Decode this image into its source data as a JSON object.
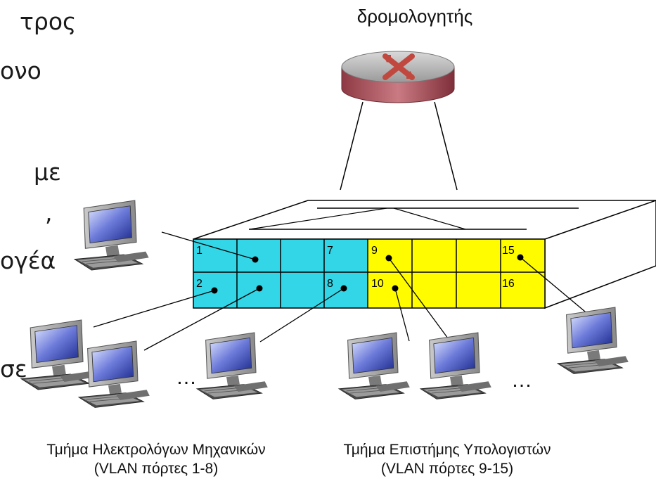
{
  "router": {
    "label": "δρομολογητής"
  },
  "slide_text_fragments": [
    "τρος",
    "ονο",
    "με",
    ",",
    "ογέα",
    "σε"
  ],
  "switch": {
    "ports_top": [
      "1",
      "",
      "",
      "7",
      "9",
      "",
      "",
      "15"
    ],
    "ports_bottom": [
      "2",
      "",
      "",
      "8",
      "10",
      "",
      "",
      "16"
    ],
    "colors": {
      "ee_vlan": "#33d6e6",
      "cs_vlan": "#fffc00",
      "router_body": "#c76a72"
    }
  },
  "ellipsis_left": "…",
  "ellipsis_right": "…",
  "captions": {
    "ee": {
      "line1": "Τμήμα Ηλεκτρολόγων Μηχανικών",
      "line2": "(VLAN πόρτες 1-8)"
    },
    "cs": {
      "line1": "Τμήμα Επιστήμης Υπολογιστών",
      "line2": "(VLAN πόρτες 9-15)"
    }
  },
  "icons": [
    "router-icon",
    "computer-icon",
    "switch-icon"
  ]
}
